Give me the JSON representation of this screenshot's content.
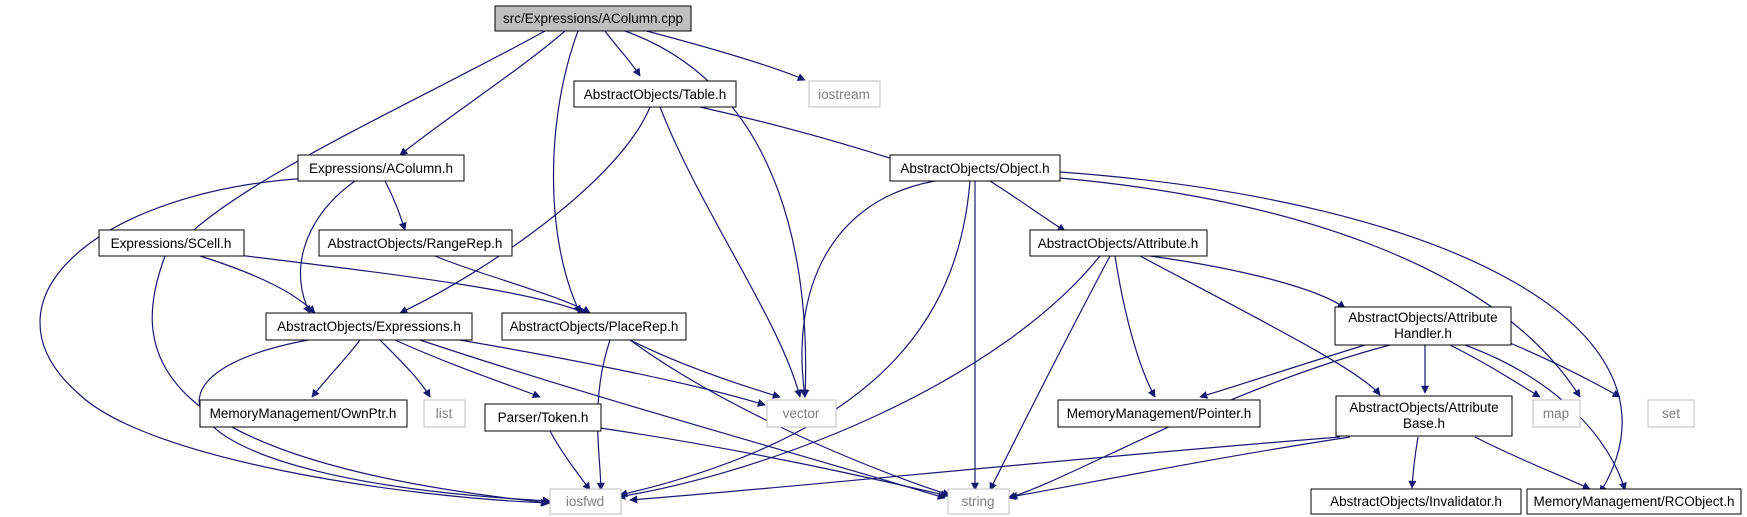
{
  "nodes": {
    "acolumn_cpp": "src/Expressions/AColumn.cpp",
    "table_h": "AbstractObjects/Table.h",
    "iostream": "iostream",
    "acolumn_h": "Expressions/AColumn.h",
    "object_h": "AbstractObjects/Object.h",
    "scell_h": "Expressions/SCell.h",
    "rangerep_h": "AbstractObjects/RangeRep.h",
    "attribute_h": "AbstractObjects/Attribute.h",
    "expressions_h": "AbstractObjects/Expressions.h",
    "placerep_h": "AbstractObjects/PlaceRep.h",
    "attrhandler_h_1": "AbstractObjects/Attribute",
    "attrhandler_h_2": "Handler.h",
    "ownptr_h": "MemoryManagement/OwnPtr.h",
    "list": "list",
    "token_h": "Parser/Token.h",
    "vector": "vector",
    "pointer_h": "MemoryManagement/Pointer.h",
    "attrbase_h_1": "AbstractObjects/Attribute",
    "attrbase_h_2": "Base.h",
    "map": "map",
    "set": "set",
    "iosfwd": "iosfwd",
    "string": "string",
    "invalidator_h": "AbstractObjects/Invalidator.h",
    "rcobject_h": "MemoryManagement/RCObject.h"
  },
  "colors": {
    "edge": "#191970",
    "root_fill": "#bfbfbf",
    "node_border": "#000000",
    "external_border": "#bfbfbf",
    "external_text": "#7f7f7f"
  }
}
